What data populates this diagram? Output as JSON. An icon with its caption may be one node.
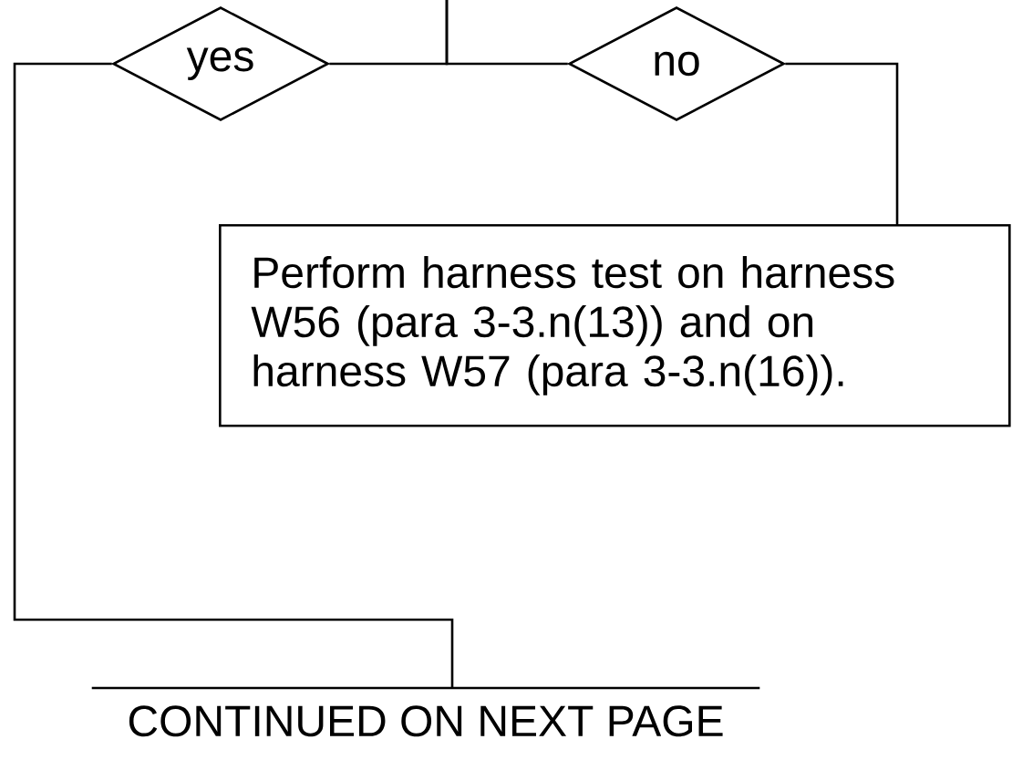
{
  "diagram": {
    "nodes": [
      {
        "text": [
          "yes"
        ]
      },
      {
        "text": [
          "no"
        ]
      },
      {
        "text": [
          "Perform harness test on harness W56 (para 3-3.n(13)) and on harness W57 (para 3-3.n(16))."
        ]
      },
      {
        "text": [
          "CONTINUED ON NEXT PAGE"
        ]
      }
    ],
    "edges": [
      {
        "from": null,
        "to": 0,
        "arrow": "none"
      },
      {
        "from": null,
        "to": 1,
        "arrow": "none"
      },
      {
        "from": 0,
        "to": 3,
        "arrow": "none"
      },
      {
        "from": 1,
        "to": 2,
        "arrow": "none"
      }
    ]
  }
}
